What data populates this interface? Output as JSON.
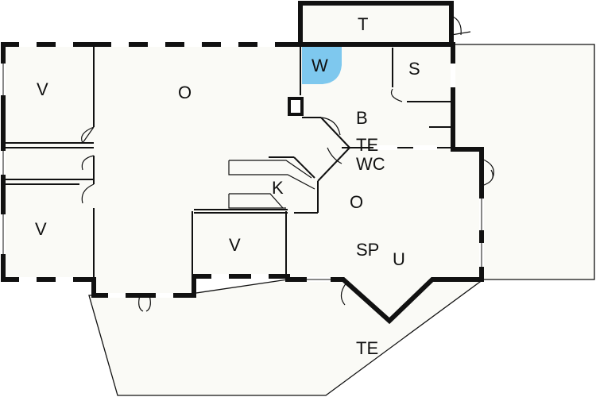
{
  "colors": {
    "background": "#ffffff",
    "floor": "#fafaf6",
    "wall": "#111111",
    "highlight": "#7ec8ee"
  },
  "rooms": [
    {
      "key": "t",
      "label": "T"
    },
    {
      "key": "w",
      "label": "W"
    },
    {
      "key": "s",
      "label": "S"
    },
    {
      "key": "v1",
      "label": "V"
    },
    {
      "key": "o1",
      "label": "O"
    },
    {
      "key": "b",
      "label": "B"
    },
    {
      "key": "te1",
      "label": "TE"
    },
    {
      "key": "wc",
      "label": "WC"
    },
    {
      "key": "k",
      "label": "K"
    },
    {
      "key": "o2",
      "label": "O"
    },
    {
      "key": "v2",
      "label": "V"
    },
    {
      "key": "v3",
      "label": "V"
    },
    {
      "key": "sp",
      "label": "SP"
    },
    {
      "key": "u",
      "label": "U"
    },
    {
      "key": "te2",
      "label": "TE"
    }
  ]
}
